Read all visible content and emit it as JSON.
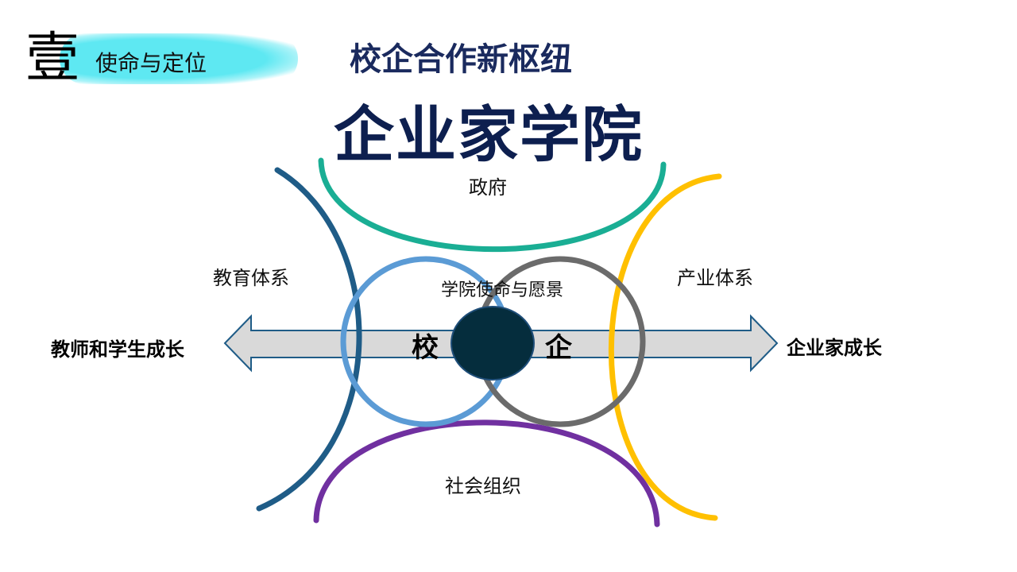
{
  "header": {
    "number": "壹",
    "section": "使命与定位"
  },
  "subtitle": "校企合作新枢纽",
  "title": "企业家学院",
  "diagram": {
    "top": "政府",
    "left": "教育体系",
    "right": "产业体系",
    "bottom": "社会组织",
    "center": "学院使命与愿景",
    "school": "校",
    "enterprise": "企",
    "arrow_left": "教师和学生成长",
    "arrow_right": "企业家成长"
  },
  "colors": {
    "teal": "#1AAE94",
    "darkblue": "#1F5C87",
    "yellow": "#FFC000",
    "purple": "#7030A0",
    "lightblue": "#5B9BD5",
    "grey": "#6B6B6B",
    "core": "#052D3D"
  }
}
